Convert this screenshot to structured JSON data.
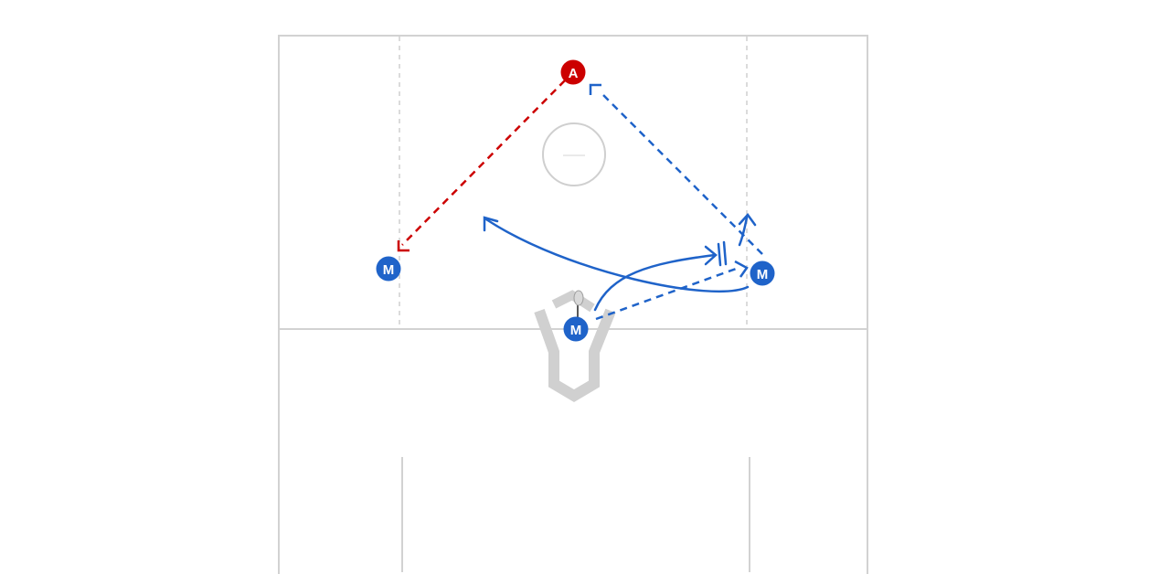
{
  "diagram": {
    "colors": {
      "field_lines": "#d2d2d2",
      "dashed_guides": "#cfcfcf",
      "crease": "#cfcfcf",
      "attack": "#cc0000",
      "midfield": "#1f63c9",
      "player_text": "#ffffff",
      "stick": "#222222",
      "stick_head": "#d9d9d9"
    },
    "players": [
      {
        "id": "attacker",
        "label": "A",
        "team": "attack"
      },
      {
        "id": "left-midfielder",
        "label": "M",
        "team": "midfield"
      },
      {
        "id": "right-midfielder",
        "label": "M",
        "team": "midfield"
      },
      {
        "id": "center-midfielder",
        "label": "M",
        "team": "midfield"
      }
    ],
    "ball_carrier": "center-midfielder"
  }
}
